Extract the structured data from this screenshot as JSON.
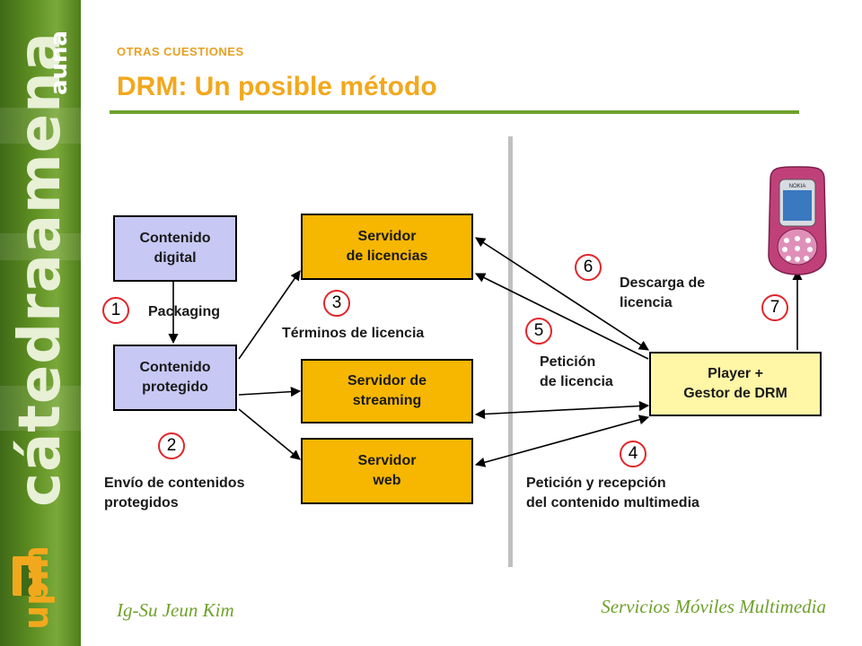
{
  "sidebar": {
    "brand": "cátedra",
    "brand_accent": "amena",
    "brand_sub": "auna",
    "university": "upm"
  },
  "header": {
    "kicker": "OTRAS CUESTIONES",
    "title": "DRM: Un posible método"
  },
  "diagram": {
    "nodes": {
      "contenido_digital": "Contenido\ndigital",
      "contenido_protegido": "Contenido\nprotegido",
      "servidor_licencias": "Servidor\nde licencias",
      "servidor_streaming": "Servidor de\nstreaming",
      "servidor_web": "Servidor\nweb",
      "player": "Player +\nGestor de DRM"
    },
    "steps": [
      "1",
      "2",
      "3",
      "4",
      "5",
      "6",
      "7"
    ],
    "labels": {
      "packaging": "Packaging",
      "terminos": "Términos de licencia",
      "envio": "Envío de contenidos\nprotegidos",
      "peticion_licencia": "Petición\nde licencia",
      "descarga": "Descarga de\nlicencia",
      "peticion_recepcion": "Petición y recepción\ndel contenido multimedia"
    },
    "phone_brand": "NOKIA"
  },
  "footer": {
    "author": "Ig-Su Jeun Kim",
    "course": "Servicios Móviles Multimedia"
  },
  "colors": {
    "accent_orange": "#f2a81d",
    "accent_green": "#6fa12b",
    "box_purple": "#c8c8f5",
    "box_yellow": "#f7b700",
    "box_light_yellow": "#fff6a6",
    "step_circle": "#e2252b"
  }
}
